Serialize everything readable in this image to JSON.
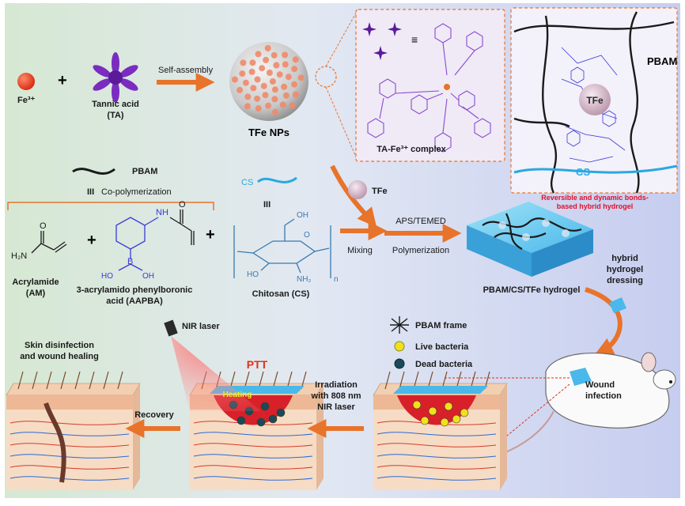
{
  "reagents": {
    "fe": "Fe³⁺",
    "plus1": "+",
    "ta_name": "Tannic acid",
    "ta_abbr": "(TA)",
    "self_assembly": "Self-assembly",
    "tfe_nps": "TFe NPs",
    "complex_equiv": "≡",
    "complex_label": "TA-Fe³⁺ complex"
  },
  "network": {
    "pbam": "PBAM",
    "tfe": "TFe",
    "cs": "CS",
    "caption_line1": "Reversible and dynamic bonds-",
    "caption_line2": "based hybrid hydrogel"
  },
  "monomers": {
    "pbam_legend": "PBAM",
    "roman": "III",
    "copoly": "Co-polymerization",
    "am_name": "Acrylamide",
    "am_abbr": "(AM)",
    "h2n": "H₂N",
    "o_label": "O",
    "nh_label": "NH",
    "b_label": "B",
    "ho1": "HO",
    "oh1": "OH",
    "plus2": "+",
    "plus3": "+",
    "aapba_line1": "3-acrylamido phenylboronic",
    "aapba_line2": "acid (AAPBA)",
    "cs_legend": "CS",
    "cs_roman": "III",
    "cs_oh": "OH",
    "cs_ho": "HO",
    "cs_nh2": "NH₂",
    "cs_o": "O",
    "cs_n": "n",
    "chitosan": "Chitosan (CS)"
  },
  "process": {
    "tfe_small": "TFe",
    "aps": "APS/TEMED",
    "mixing": "Mixing",
    "polymerization": "Polymerization",
    "hydrogel": "PBAM/CS/TFe hydrogel",
    "dressing_line1": "hybrid",
    "dressing_line2": "hydrogel",
    "dressing_line3": "dressing"
  },
  "legend": {
    "frame": "PBAM frame",
    "live": "Live bacteria",
    "dead": "Dead bacteria"
  },
  "therapy": {
    "nir": "NIR laser",
    "ptt": "PTT",
    "heating": "Heating",
    "skin_line1": "Skin disinfection",
    "skin_line2": "and wound healing",
    "recovery": "Recovery",
    "irr_line1": "Irradiation",
    "irr_line2": "with 808 nm",
    "irr_line3": "NIR laser",
    "wound_line1": "Wound",
    "wound_line2": "infection"
  },
  "colors": {
    "arrow": "#e8732a",
    "purple": "#7a3cc8",
    "blue_chem": "#3a3ad8",
    "cs_blue": "#2aa8e0",
    "red_text": "#e0301c",
    "caption_red": "#e0102c"
  }
}
